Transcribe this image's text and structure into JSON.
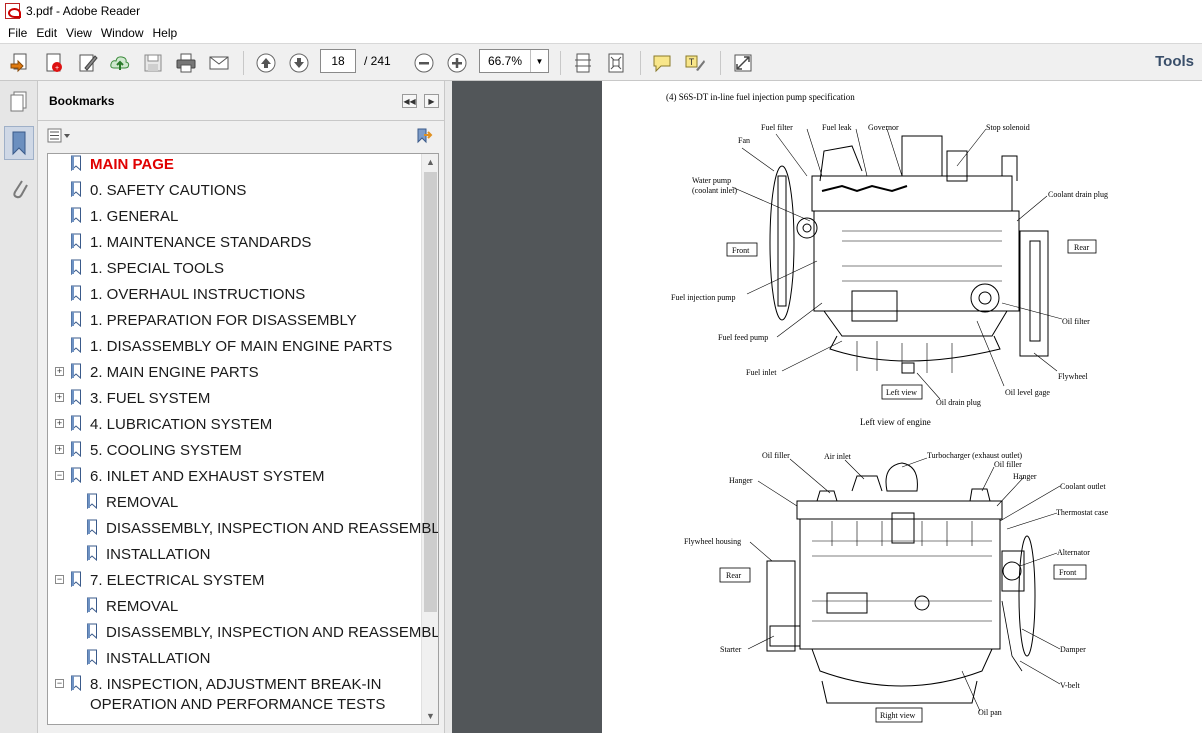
{
  "window": {
    "title": "3.pdf - Adobe Reader"
  },
  "menu": {
    "items": [
      "File",
      "Edit",
      "View",
      "Window",
      "Help"
    ]
  },
  "toolbar": {
    "page_current": "18",
    "page_total": "/ 241",
    "zoom": "66.7%",
    "tools_label": "Tools"
  },
  "bookmarks": {
    "header": "Bookmarks",
    "items": [
      {
        "label": "MAIN PAGE",
        "level": 0,
        "expander": "",
        "red": true
      },
      {
        "label": "0. SAFETY CAUTIONS",
        "level": 0,
        "expander": ""
      },
      {
        "label": "1. GENERAL",
        "level": 0,
        "expander": ""
      },
      {
        "label": "1. MAINTENANCE STANDARDS",
        "level": 0,
        "expander": ""
      },
      {
        "label": "1. SPECIAL TOOLS",
        "level": 0,
        "expander": ""
      },
      {
        "label": "1. OVERHAUL INSTRUCTIONS",
        "level": 0,
        "expander": ""
      },
      {
        "label": "1. PREPARATION FOR DISASSEMBLY",
        "level": 0,
        "expander": ""
      },
      {
        "label": "1. DISASSEMBLY OF MAIN ENGINE PARTS",
        "level": 0,
        "expander": ""
      },
      {
        "label": "2. MAIN ENGINE PARTS",
        "level": 0,
        "expander": "+"
      },
      {
        "label": "3. FUEL SYSTEM",
        "level": 0,
        "expander": "+"
      },
      {
        "label": "4. LUBRICATION SYSTEM",
        "level": 0,
        "expander": "+"
      },
      {
        "label": "5. COOLING SYSTEM",
        "level": 0,
        "expander": "+"
      },
      {
        "label": "6. INLET AND EXHAUST SYSTEM",
        "level": 0,
        "expander": "−"
      },
      {
        "label": "REMOVAL",
        "level": 1,
        "expander": ""
      },
      {
        "label": "DISASSEMBLY, INSPECTION AND REASSEMBLY",
        "level": 1,
        "expander": ""
      },
      {
        "label": "INSTALLATION",
        "level": 1,
        "expander": ""
      },
      {
        "label": "7. ELECTRICAL SYSTEM",
        "level": 0,
        "expander": "−"
      },
      {
        "label": "REMOVAL",
        "level": 1,
        "expander": ""
      },
      {
        "label": "DISASSEMBLY, INSPECTION AND REASSEMBLY",
        "level": 1,
        "expander": ""
      },
      {
        "label": "INSTALLATION",
        "level": 1,
        "expander": ""
      },
      {
        "label": "8. INSPECTION, ADJUSTMENT BREAK-IN",
        "level": 0,
        "expander": "−"
      },
      {
        "label": "OPERATION AND PERFORMANCE TESTS",
        "level": 0,
        "expander": "",
        "continuation": true
      }
    ]
  },
  "document": {
    "heading": "(4)   S6S-DT in-line fuel injection pump specification",
    "top_figure": {
      "caption": "Left view of engine",
      "labels": {
        "fuel_filter": "Fuel filter",
        "fuel_leak": "Fuel leak",
        "governor": "Governor",
        "stop_solenoid": "Stop solenoid",
        "fan": "Fan",
        "water_pump": "Water pump",
        "coolant_inlet": "(coolant inlet)",
        "coolant_drain_plug": "Coolant drain plug",
        "front": "Front",
        "rear": "Rear",
        "fuel_injection_pump": "Fuel injection pump",
        "oil_filter": "Oil filter",
        "fuel_feed_pump": "Fuel feed pump",
        "fuel_inlet": "Fuel inlet",
        "flywheel": "Flywheel",
        "left_view": "Left view",
        "oil_level_gage": "Oil level gage",
        "oil_drain_plug": "Oil drain plug"
      }
    },
    "bottom_figure": {
      "labels": {
        "oil_filler_left": "Oil filler",
        "air_inlet": "Air inlet",
        "turbocharger": "Turbocharger (exhaust outlet)",
        "oil_filler_right": "Oil filler",
        "hanger_left": "Hanger",
        "hanger_right": "Hanger",
        "coolant_outlet": "Coolant outlet",
        "thermostat_case": "Thermostat case",
        "flywheel_housing": "Flywheel housing",
        "alternator": "Alternator",
        "rear": "Rear",
        "front": "Front",
        "starter": "Starter",
        "damper": "Damper",
        "v_belt": "V-belt",
        "right_view": "Right view",
        "oil_pan": "Oil pan"
      }
    }
  }
}
